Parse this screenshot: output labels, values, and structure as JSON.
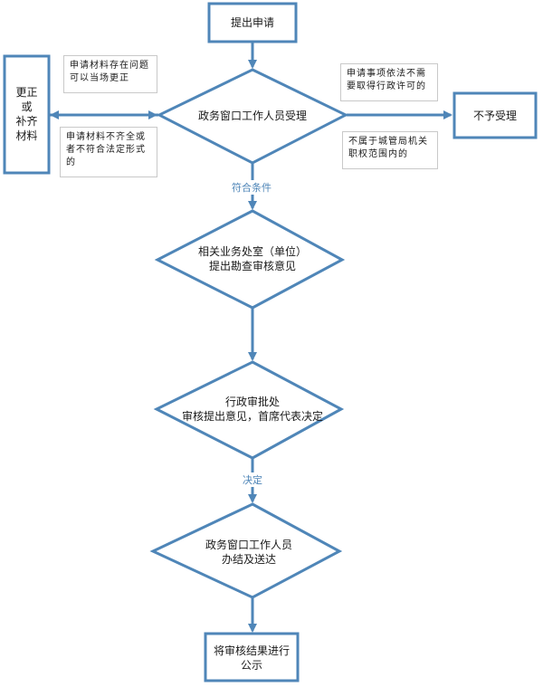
{
  "nodes": {
    "apply": "提出申请",
    "accept": "政务窗口工作人员受理",
    "correct": "更正\n或\n补齐\n材料",
    "reject": "不予受理",
    "review": "相关业务处室（单位）\n提出勘查审核意见",
    "approve": "行政审批处\n审核提出意见，首席代表决定",
    "deliver": "政务窗口工作人员\n办结及送达",
    "publish": "将审核结果进行\n公示"
  },
  "notes": {
    "correct_on_site": "申请材料存在问题\n可以当场更正",
    "incomplete": "申请材料不齐全或\n者不符合法定形式\n的",
    "no_permit_needed": "申请事项依法不需\n要取得行政许可的",
    "not_in_scope": "不属于城管局机关\n职权范围内的"
  },
  "edges": {
    "meets": "符合条件",
    "decide": "决定"
  },
  "colors": {
    "line": "#4f86b8",
    "fill": "#ffffff"
  }
}
